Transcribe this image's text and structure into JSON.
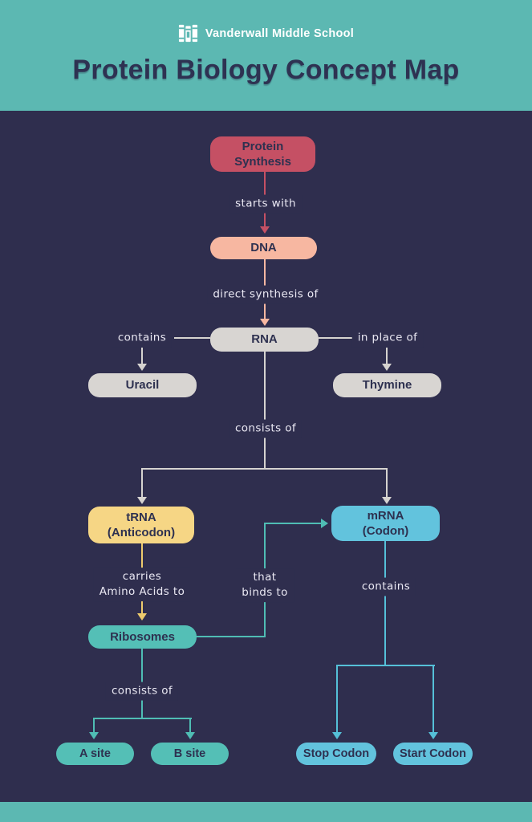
{
  "header": {
    "school_name": "Vanderwall Middle School",
    "title": "Protein Biology Concept Map",
    "logo_icon": "books-icon"
  },
  "colors": {
    "band_teal": "#5cb8b2",
    "canvas_navy": "#2f2e4e",
    "node_red": "#c55064",
    "node_peach": "#f7b7a1",
    "node_gray": "#d8d5d2",
    "node_yellow": "#f6d685",
    "node_blue": "#62c3dd",
    "node_teal": "#54bfb6",
    "line_gray": "#d6d3d0",
    "node_text": "#2e3150",
    "edge_label_text": "#eae8f3"
  },
  "diagram": {
    "nodes": {
      "protein_synthesis": "Protein\nSynthesis",
      "dna": "DNA",
      "rna": "RNA",
      "uracil": "Uracil",
      "thymine": "Thymine",
      "trna": "tRNA\n(Anticodon)",
      "mrna": "mRNA\n(Codon)",
      "ribosomes": "Ribosomes",
      "a_site": "A site",
      "b_site": "B site",
      "stop_codon": "Stop Codon",
      "start_codon": "Start Codon"
    },
    "edges": {
      "starts_with": "starts with",
      "direct_synthesis_of": "direct synthesis of",
      "contains_uracil": "contains",
      "in_place_of": "in place of",
      "consists_of_rna": "consists of",
      "carries_amino_acids": "carries\nAmino Acids to",
      "that_binds_to": "that\nbinds to",
      "contains_codons": "contains",
      "consists_of_ribosomes": "consists of"
    }
  }
}
